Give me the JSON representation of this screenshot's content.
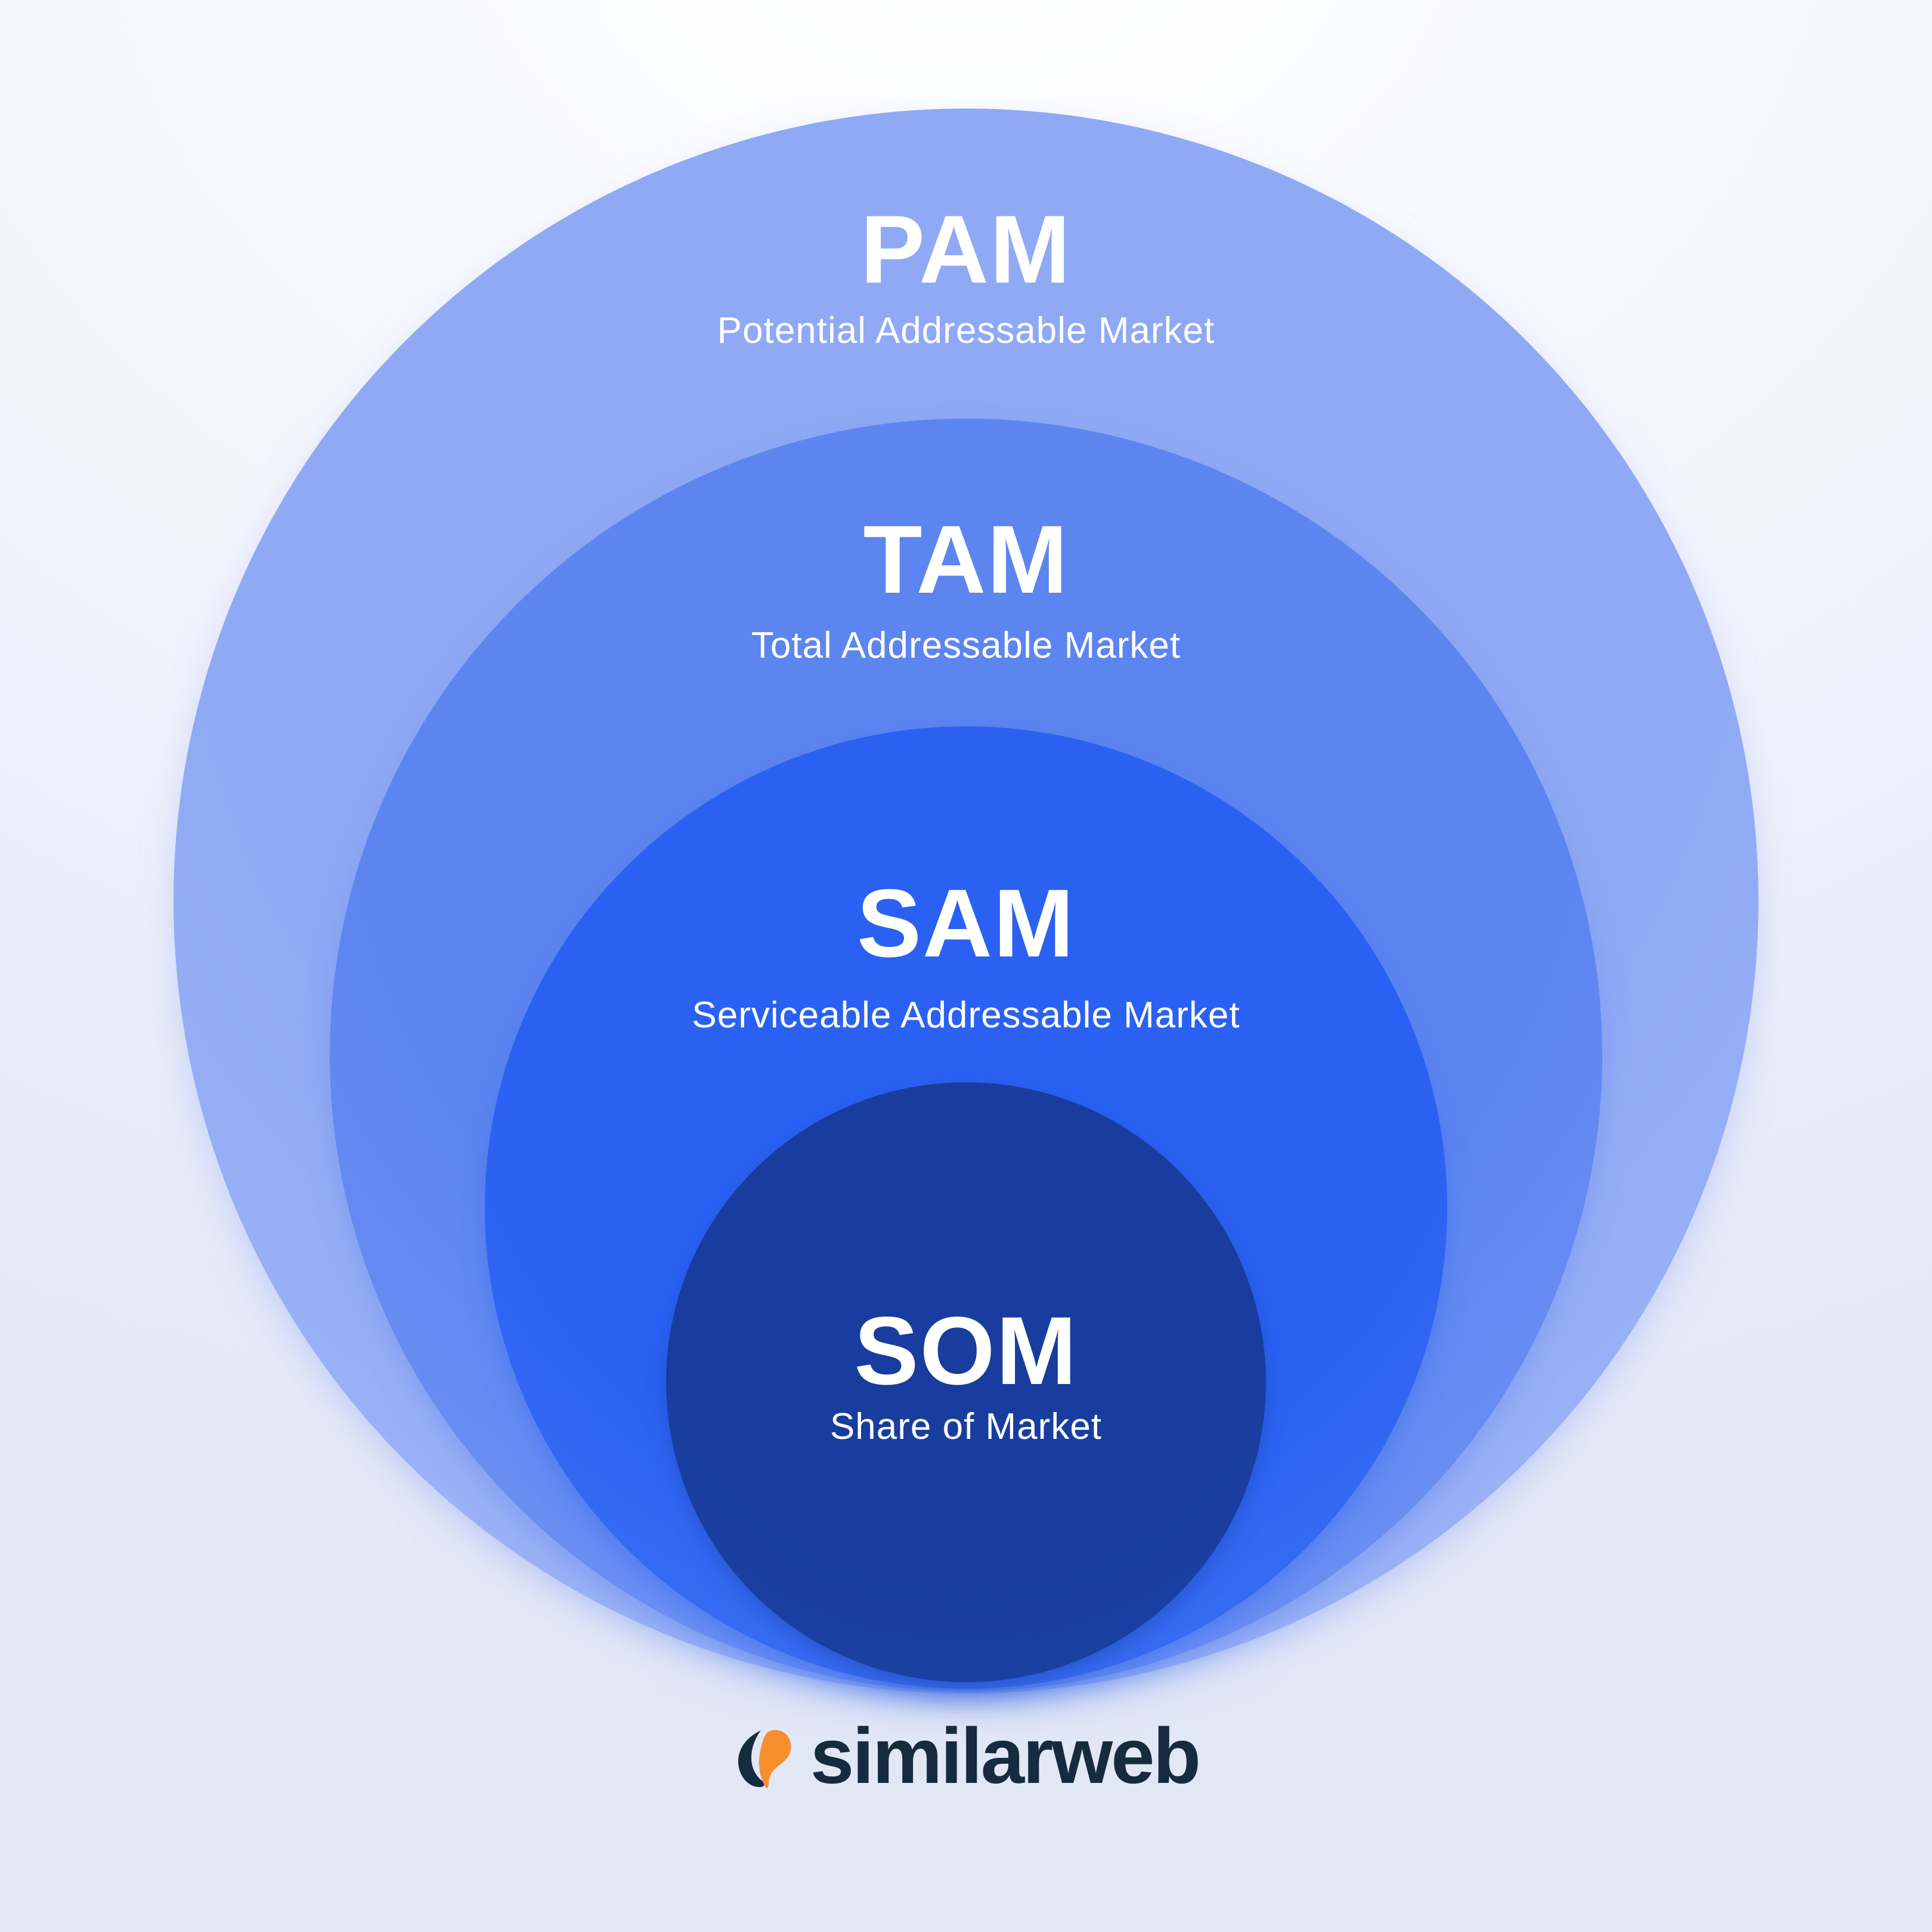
{
  "diagram": {
    "rings": [
      {
        "abbr": "PAM",
        "name": "Potential Addressable Market",
        "color": "#8fa9f4"
      },
      {
        "abbr": "TAM",
        "name": "Total Addressable Market",
        "color": "#5d85f0"
      },
      {
        "abbr": "SAM",
        "name": "Serviceable Addressable Market",
        "color": "#2a61f2"
      },
      {
        "abbr": "SOM",
        "name": "Share of Market",
        "color": "#183d9e"
      }
    ]
  },
  "footer": {
    "brand_name": "similarweb",
    "brand_navy": "#172b3f",
    "brand_orange": "#f78e2e"
  },
  "background": {
    "top": "#ffffff",
    "bottom": "#e2e7f6"
  }
}
